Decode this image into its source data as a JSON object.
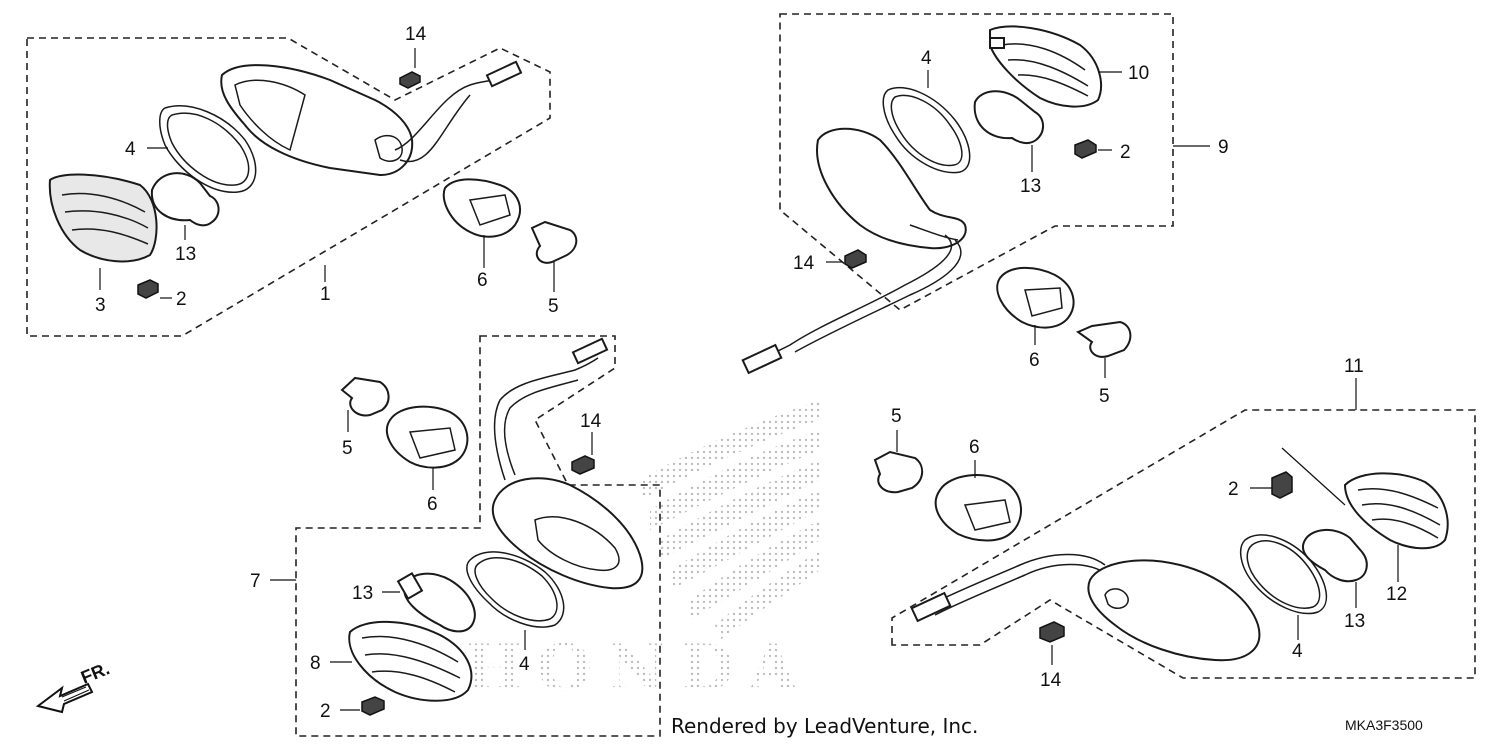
{
  "diagram": {
    "footer_text": "Rendered by LeadVenture, Inc.",
    "diagram_code": "MKA3F3500",
    "front_marker": "FR.",
    "watermark_text": "HONDA",
    "callouts": {
      "n1": "1",
      "n2a": "2",
      "n3": "3",
      "n4a": "4",
      "n5a": "5",
      "n6a": "6",
      "n13a": "13",
      "n14a": "14",
      "n9": "9",
      "n10": "10",
      "n4b": "4",
      "n2b": "2",
      "n13b": "13",
      "n14b": "14",
      "n6b": "6",
      "n5b": "5",
      "n7": "7",
      "n5c": "5",
      "n6c": "6",
      "n14c": "14",
      "n13c": "13",
      "n8": "8",
      "n4c": "4",
      "n2c": "2",
      "n11": "11",
      "n5d": "5",
      "n6d": "6",
      "n2d": "2",
      "n12": "12",
      "n13d": "13",
      "n4d": "4",
      "n14d": "14"
    }
  }
}
